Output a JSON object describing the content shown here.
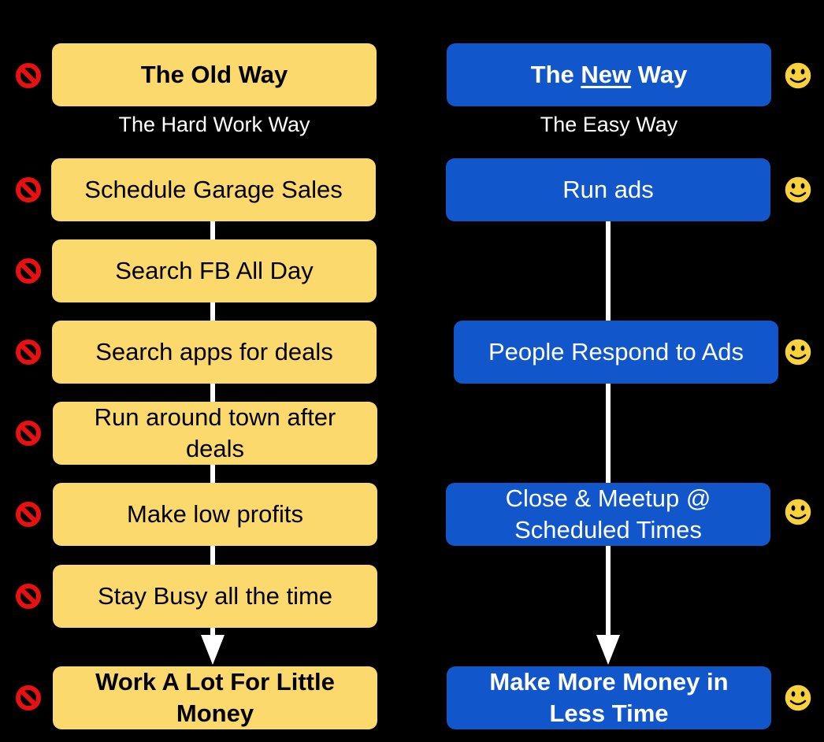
{
  "left": {
    "header_label": "The Old Way",
    "subtitle": "The Hard Work Way",
    "steps": [
      "Schedule Garage Sales",
      "Search FB All Day",
      "Search apps for deals",
      "Run around town after deals",
      "Make low profits",
      "Stay Busy all the time"
    ],
    "result": "Work A Lot For Little Money",
    "icon": "no-entry-icon",
    "color": "#FCD96C"
  },
  "right": {
    "header_prefix": "The ",
    "header_emph": "New",
    "header_suffix": " Way",
    "subtitle": "The Easy Way",
    "steps": [
      "Run ads",
      "People Respond to Ads",
      "Close & Meetup @ Scheduled Times"
    ],
    "result": "Make More Money in Less Time",
    "icon": "smiley-face-icon",
    "color": "#1256CC"
  },
  "colors": {
    "background": "#000000",
    "no_entry": "#E81010",
    "smiley": "#F7D23C",
    "arrow": "#FFFFFF"
  }
}
